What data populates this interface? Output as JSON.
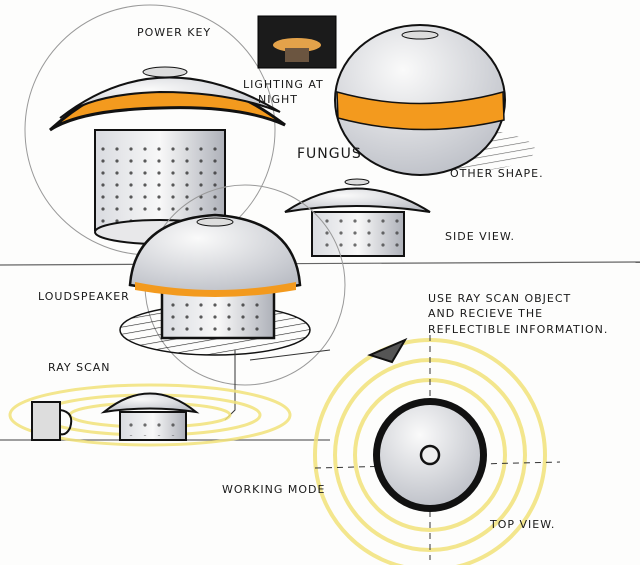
{
  "labels": {
    "power_key": "POWER KEY",
    "lighting_1": "LIGHTING AT",
    "lighting_2": "NIGHT",
    "fungus": "FUNGUS",
    "other_shape": "OTHER SHAPE.",
    "side_view": "SIDE VIEW.",
    "loudspeaker": "LOUDSPEAKER",
    "ray_note_1": "USE RAY SCAN OBJECT",
    "ray_note_2": "AND RECIEVE THE",
    "ray_note_3": "REFLECTIBLE INFORMATION.",
    "ray_scan": "RAY SCAN",
    "working_mode": "WORKING MODE",
    "top_view": "TOP VIEW."
  },
  "colors": {
    "orange": "#f39a1e",
    "yellow": "#f2e27a",
    "gray": "#c9ccd3",
    "ink": "#111111"
  }
}
